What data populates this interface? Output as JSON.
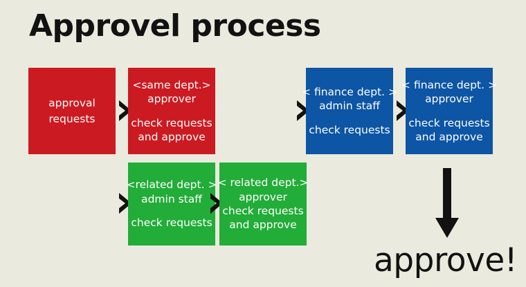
{
  "page": {
    "title": "Approvel process",
    "background_color": "#eaebde",
    "text_color": "#121212"
  },
  "colors": {
    "red": "#cc1a22",
    "blue": "#0d55a5",
    "green": "#22ac38",
    "arrow": "#121212",
    "box_text": "#ffffff"
  },
  "flow": {
    "row_top": [
      {
        "name": "approval-requests",
        "color": "red",
        "role_lines": [],
        "action_lines": [
          "approval",
          "requests"
        ]
      },
      {
        "name": "same-dept-approver",
        "color": "red",
        "role_lines": [
          "<same dept.>",
          "approver"
        ],
        "action_lines": [
          "check requests",
          "and approve"
        ]
      },
      {
        "name": "finance-dept-admin-staff",
        "color": "blue",
        "role_lines": [
          "< finance dept. >",
          "admin staff"
        ],
        "action_lines": [
          "check requests"
        ]
      },
      {
        "name": "finance-dept-approver",
        "color": "blue",
        "role_lines": [
          "< finance dept. >",
          "approver"
        ],
        "action_lines": [
          "check requests",
          "and approve"
        ]
      }
    ],
    "row_bottom": [
      {
        "name": "related-dept-admin-staff",
        "color": "green",
        "role_lines": [
          "<related dept. >",
          "admin staff"
        ],
        "action_lines": [
          "check requests"
        ]
      },
      {
        "name": "related-dept-approver",
        "color": "green",
        "role_lines": [
          "< related dept.>",
          "approver"
        ],
        "action_lines": [
          "check requests",
          "and approve"
        ]
      }
    ]
  },
  "result": {
    "label": "approve!"
  },
  "icons": {
    "chevron_right": "chevron-right-icon",
    "arrow_down": "arrow-down-icon"
  }
}
